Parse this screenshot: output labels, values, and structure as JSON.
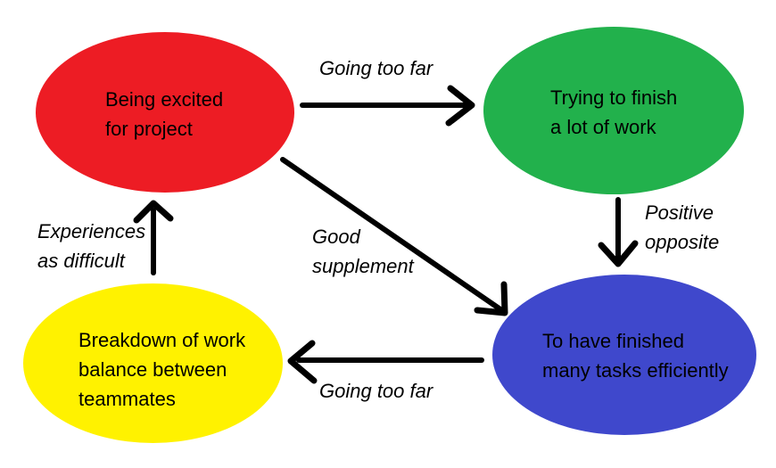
{
  "diagram": {
    "background_color": "#FFFFFF",
    "ink_color": "#000000",
    "nodes": [
      {
        "id": "being-excited",
        "lines": [
          "Being excited",
          "for project"
        ],
        "color": "#ED1C24"
      },
      {
        "id": "trying-to-finish",
        "lines": [
          "Trying to finish",
          "a lot of work"
        ],
        "color": "#22B14C"
      },
      {
        "id": "finished-tasks",
        "lines": [
          "To have finished",
          "many tasks efficiently"
        ],
        "color": "#3F48CC"
      },
      {
        "id": "work-breakdown",
        "lines": [
          "Breakdown of work",
          "balance between",
          "teammates"
        ],
        "color": "#FFF200"
      }
    ],
    "edges": [
      {
        "id": "excited-to-trying",
        "from": "being-excited",
        "to": "trying-to-finish",
        "label_lines": [
          "Going too far"
        ]
      },
      {
        "id": "trying-to-finished",
        "from": "trying-to-finish",
        "to": "finished-tasks",
        "label_lines": [
          "Positive",
          "opposite"
        ]
      },
      {
        "id": "excited-to-finished",
        "from": "being-excited",
        "to": "finished-tasks",
        "label_lines": [
          "Good",
          "supplement"
        ]
      },
      {
        "id": "finished-to-breakdown",
        "from": "finished-tasks",
        "to": "work-breakdown",
        "label_lines": [
          "Going too far"
        ]
      },
      {
        "id": "breakdown-to-excited",
        "from": "work-breakdown",
        "to": "being-excited",
        "label_lines": [
          "Experiences",
          "as difficult"
        ]
      }
    ]
  }
}
